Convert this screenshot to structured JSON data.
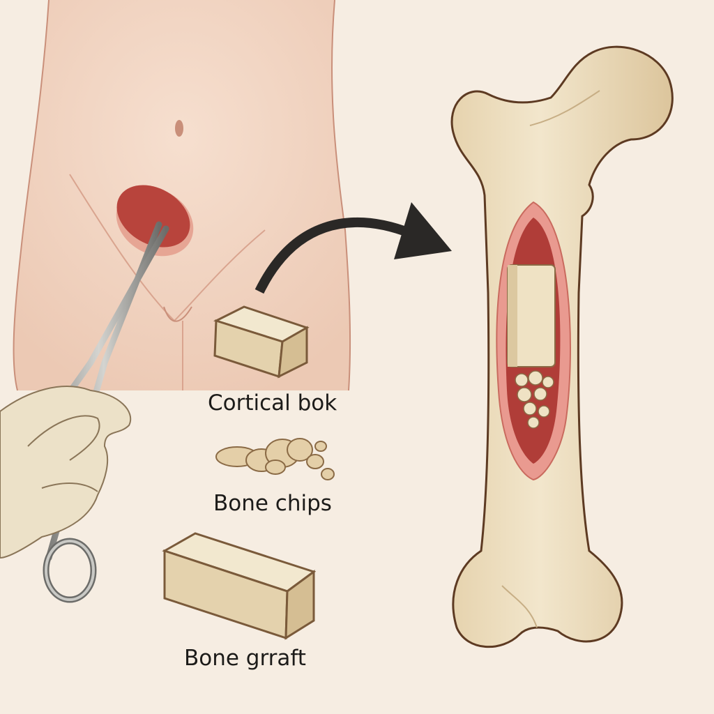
{
  "labels": {
    "cortical_block": "Cortical bok",
    "bone_chips": "Bone chips",
    "bone_graft": "Bone grraft"
  },
  "colors": {
    "background": "#f6ede2",
    "skin": "#f3d8c6",
    "bone": "#eee0c2",
    "bone_outline": "#6e4a2e",
    "incision": "#b8443c",
    "arrow": "#2a2826"
  }
}
